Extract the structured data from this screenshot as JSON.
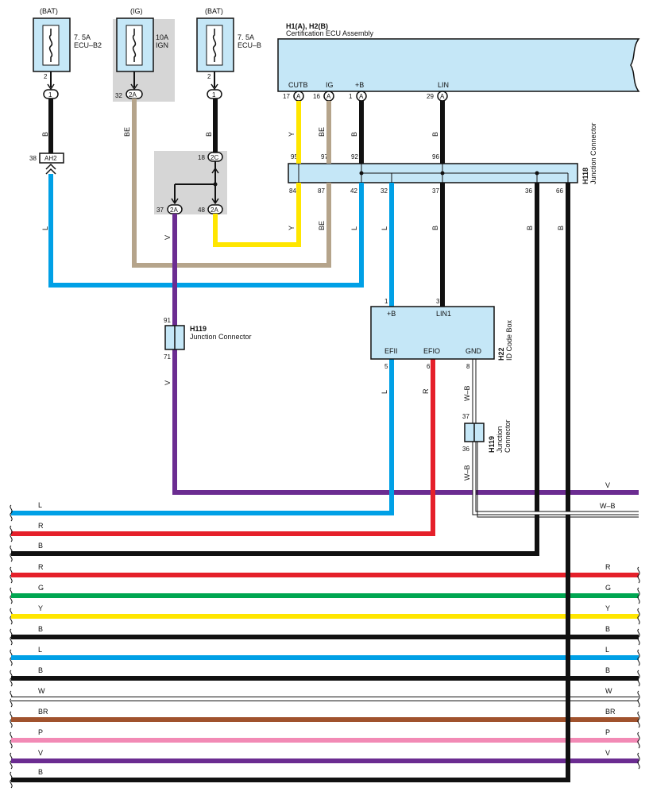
{
  "colors": {
    "L": "#00a0e6",
    "R": "#e5202a",
    "B": "#111111",
    "G": "#00a651",
    "Y": "#ffe600",
    "W": "#ffffff",
    "BR": "#a0522d",
    "P": "#f28ab5",
    "V": "#6b2c91",
    "BE": "#b5a48b",
    "WB": "#ffffff",
    "box": "#c5e7f7",
    "gray": "#d6d6d6"
  },
  "fuses": [
    {
      "source": "(BAT)",
      "rating": "7. 5A",
      "name": "ECU–B2",
      "pin_top": "2",
      "conn": "1"
    },
    {
      "source": "(IG)",
      "rating": "10A",
      "name": "IGN",
      "pin_top": "32",
      "conn": "2A"
    },
    {
      "source": "(BAT)",
      "rating": "7. 5A",
      "name": "ECU–B",
      "pin_top": "2",
      "conn": "1"
    }
  ],
  "ecu": {
    "title": "H1(A), H2(B)",
    "subtitle": "Certification ECU Assembly",
    "pins": [
      {
        "label": "CUTB",
        "num": "17",
        "conn": "A"
      },
      {
        "label": "IG",
        "num": "16",
        "conn": "A"
      },
      {
        "label": "+B",
        "num": "1",
        "conn": "A"
      },
      {
        "label": "LIN",
        "num": "29",
        "conn": "A"
      }
    ]
  },
  "h118": {
    "id": "H118",
    "name": "Junction Connector",
    "top_pins": [
      "95",
      "97",
      "92",
      "96"
    ],
    "bottom_pins": [
      "84",
      "87",
      "42",
      "32",
      "37",
      "36",
      "66"
    ]
  },
  "h119": {
    "id": "H119",
    "name": "Junction Connector",
    "top_pin": "91",
    "bottom_pin": "71"
  },
  "h119b": {
    "id": "H119",
    "name": "Junction Connector",
    "top_pin": "37",
    "bottom_pin": "36"
  },
  "h22": {
    "id": "H22",
    "name": "ID Code Box",
    "pins_top": [
      {
        "label": "+B",
        "num": "1"
      },
      {
        "label": "LIN1",
        "num": "3"
      }
    ],
    "pins_bottom": [
      {
        "label": "EFII",
        "num": "5"
      },
      {
        "label": "EFIO",
        "num": "6"
      },
      {
        "label": "GND",
        "num": "8"
      }
    ]
  },
  "connectors": {
    "ah2_pin": "38",
    "ah2": "AH2",
    "c2c_pin": "18",
    "c2c": "2C",
    "c2a_left_pin": "37",
    "c2a_left": "2A",
    "c2a_right_pin": "48",
    "c2a_right": "2A"
  },
  "wire_labels": {
    "B": "B",
    "BE": "BE",
    "L": "L",
    "Y": "Y",
    "V": "V",
    "R": "R",
    "WB": "W–B"
  },
  "bus_lines": [
    {
      "code": "L",
      "left": "L",
      "right": ""
    },
    {
      "code": "R",
      "left": "R",
      "right": ""
    },
    {
      "code": "B",
      "left": "B",
      "right": ""
    },
    {
      "code": "R",
      "left": "R",
      "right": "R"
    },
    {
      "code": "G",
      "left": "G",
      "right": "G"
    },
    {
      "code": "Y",
      "left": "Y",
      "right": "Y"
    },
    {
      "code": "B",
      "left": "B",
      "right": "B"
    },
    {
      "code": "L",
      "left": "L",
      "right": "L"
    },
    {
      "code": "B",
      "left": "B",
      "right": "B"
    },
    {
      "code": "W",
      "left": "W",
      "right": "W"
    },
    {
      "code": "BR",
      "left": "BR",
      "right": "BR"
    },
    {
      "code": "P",
      "left": "P",
      "right": "P"
    },
    {
      "code": "V",
      "left": "V",
      "right": "V"
    },
    {
      "code": "B",
      "left": "B",
      "right": ""
    }
  ],
  "right_bus": {
    "v_label": "V",
    "wb_label": "W–B"
  }
}
